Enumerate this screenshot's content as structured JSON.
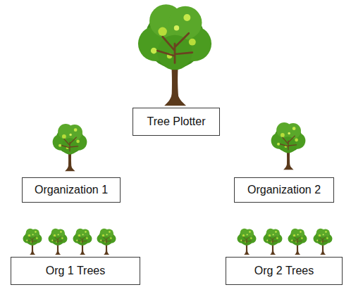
{
  "diagram": {
    "nodes": [
      {
        "text": [
          "Tree Plotter"
        ]
      },
      {
        "text": [
          "Organization 1"
        ]
      },
      {
        "text": [
          "Organization 2"
        ]
      },
      {
        "text": [
          "Org 1 Trees"
        ]
      },
      {
        "text": [
          "Org 2 Trees"
        ]
      }
    ]
  }
}
